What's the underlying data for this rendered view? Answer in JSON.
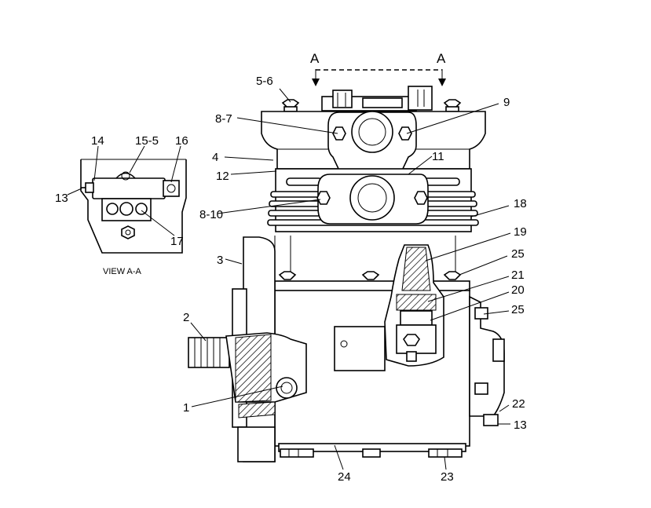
{
  "view_label": "VIEW A-A",
  "section_marks": {
    "left": "A",
    "right": "A"
  },
  "callouts": {
    "c1": "1",
    "c2": "2",
    "c3": "3",
    "c4": "4",
    "c5_6": "5-6",
    "c8_7": "8-7",
    "c8_10": "8-10",
    "c9": "9",
    "c11": "11",
    "c12": "12",
    "c13_view": "13",
    "c14": "14",
    "c15_5": "15-5",
    "c16": "16",
    "c17": "17",
    "c18": "18",
    "c19": "19",
    "c20": "20",
    "c21": "21",
    "c22": "22",
    "c23": "23",
    "c24": "24",
    "c25_top": "25",
    "c25_mid": "25",
    "c13_main": "13"
  }
}
